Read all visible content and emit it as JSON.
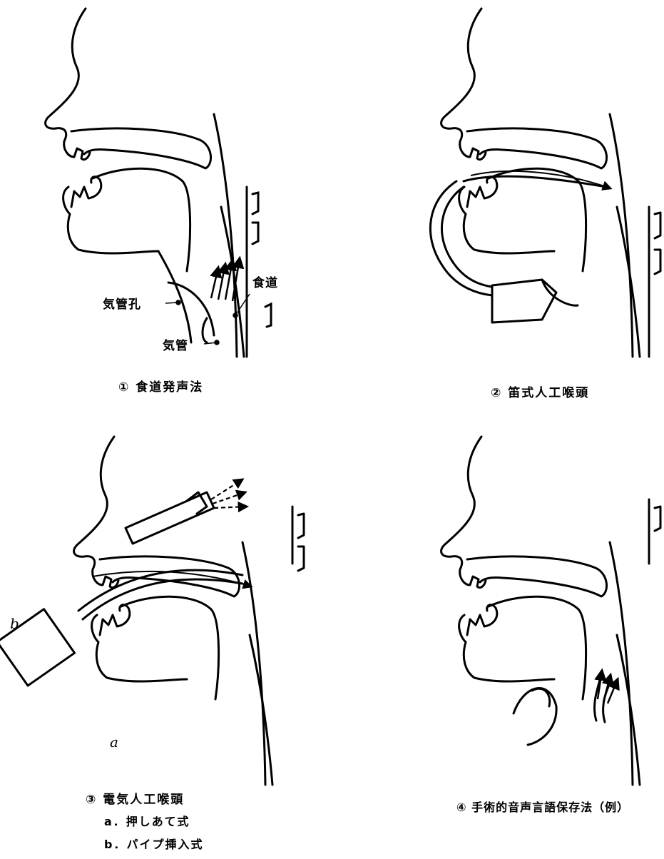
{
  "panels": [
    {
      "caption": "① 食道発声法",
      "labels": {
        "stoma": "気管孔",
        "trachea": "気管",
        "esophagus": "食道"
      }
    },
    {
      "caption": "② 笛式人工喉頭"
    },
    {
      "caption": "③ 電気人工喉頭",
      "items": [
        "a．押しあて式",
        "b．パイプ挿入式"
      ],
      "letters": {
        "a": "a",
        "b": "b"
      }
    },
    {
      "caption": "④ 手術的音声言語保存法（例）"
    }
  ],
  "colors": {
    "ink": "#000000",
    "paper": "#ffffff"
  }
}
